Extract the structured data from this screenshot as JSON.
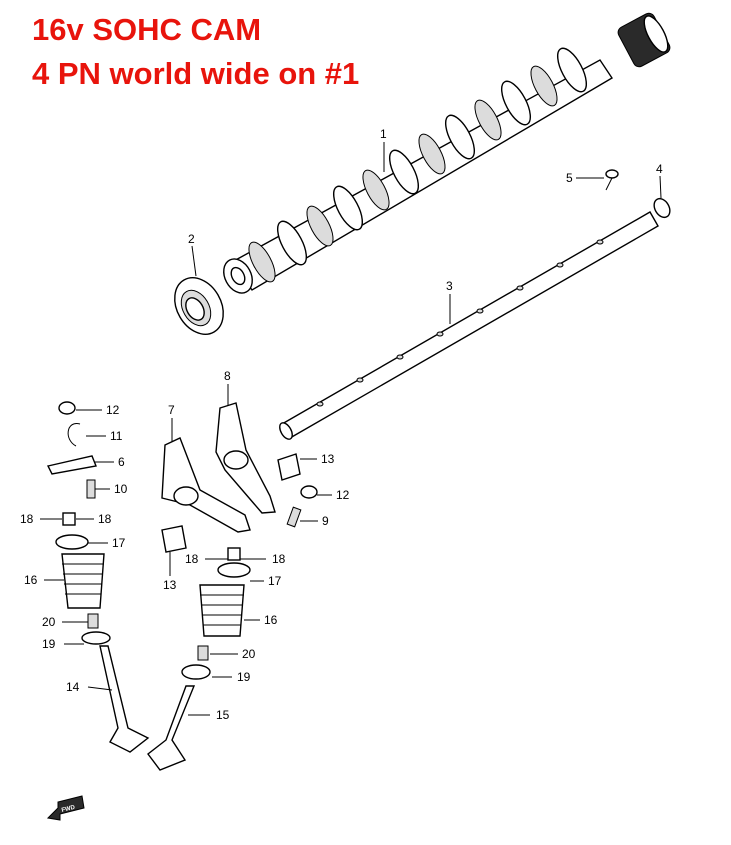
{
  "title": {
    "line1": "16v SOHC CAM",
    "line2": "4 PN world wide on #1"
  },
  "colors": {
    "title": "#e8140c",
    "lines": "#000000",
    "background": "#ffffff"
  },
  "callouts": {
    "c1": "1",
    "c2": "2",
    "c3": "3",
    "c4": "4",
    "c5": "5",
    "c6": "6",
    "c7": "7",
    "c8": "8",
    "c9": "9",
    "c10": "10",
    "c11": "11",
    "c12a": "12",
    "c12b": "12",
    "c13a": "13",
    "c13b": "13",
    "c14": "14",
    "c15": "15",
    "c16a": "16",
    "c16b": "16",
    "c17a": "17",
    "c17b": "17",
    "c18a": "18",
    "c18b": "18",
    "c18c": "18",
    "c18d": "18",
    "c19a": "19",
    "c19b": "19",
    "c20a": "20",
    "c20b": "20"
  },
  "fwd_label": "FWD"
}
